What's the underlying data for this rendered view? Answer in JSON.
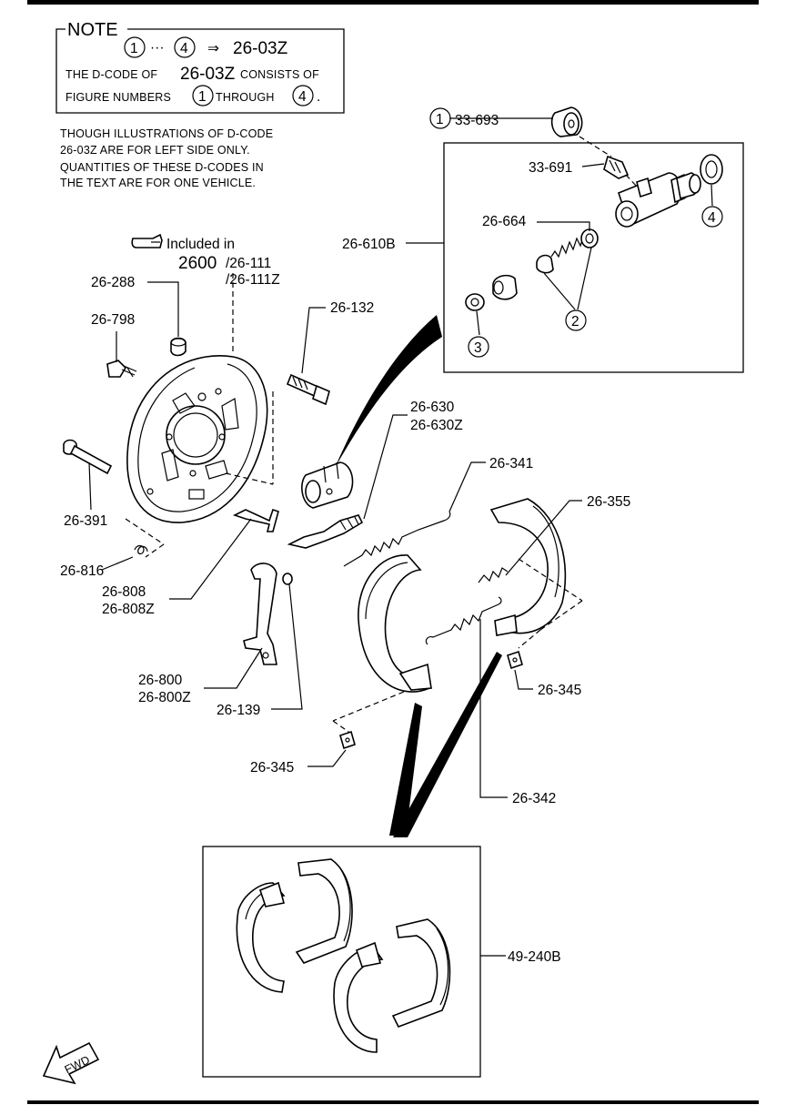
{
  "note": {
    "title": "NOTE",
    "range_from": "1",
    "range_sep": "···",
    "range_to": "4",
    "arrow": "⇒",
    "dcode": "26-03Z",
    "line2_pre": "THE D-CODE OF",
    "line2_code": "26-03Z",
    "line2_post": "CONSISTS OF",
    "line3_pre": "FIGURE NUMBERS",
    "line3_from": "1",
    "line3_mid": "THROUGH",
    "line3_to": "4",
    "line3_end": "."
  },
  "remark": [
    "THOUGH ILLUSTRATIONS OF D-CODE",
    "26-03Z ARE FOR LEFT SIDE ONLY.",
    "QUANTITIES OF THESE D-CODES IN",
    "THE TEXT ARE FOR ONE VEHICLE."
  ],
  "included": {
    "icon": "pointing-hand-icon",
    "text": "Included in",
    "num_big": "2600",
    "num_rest": "/26-111",
    "line2": "/26-111Z"
  },
  "parts": {
    "p33_693": "33-693",
    "p33_691": "33-691",
    "p26_664": "26-664",
    "p26_610b": "26-610B",
    "p26_288": "26-288",
    "p26_798": "26-798",
    "p26_132": "26-132",
    "p26_630": "26-630",
    "p26_630z": "26-630Z",
    "p26_341": "26-341",
    "p26_355": "26-355",
    "p26_391": "26-391",
    "p26_816": "26-816",
    "p26_808": "26-808",
    "p26_808z": "26-808Z",
    "p26_800": "26-800",
    "p26_800z": "26-800Z",
    "p26_139": "26-139",
    "p26_345_right": "26-345",
    "p26_345_left": "26-345",
    "p26_342": "26-342",
    "p49_240b": "49-240B"
  },
  "figure_numbers": {
    "n1": "1",
    "n2": "2",
    "n3": "3",
    "n4": "4"
  },
  "fwd": "FWD"
}
